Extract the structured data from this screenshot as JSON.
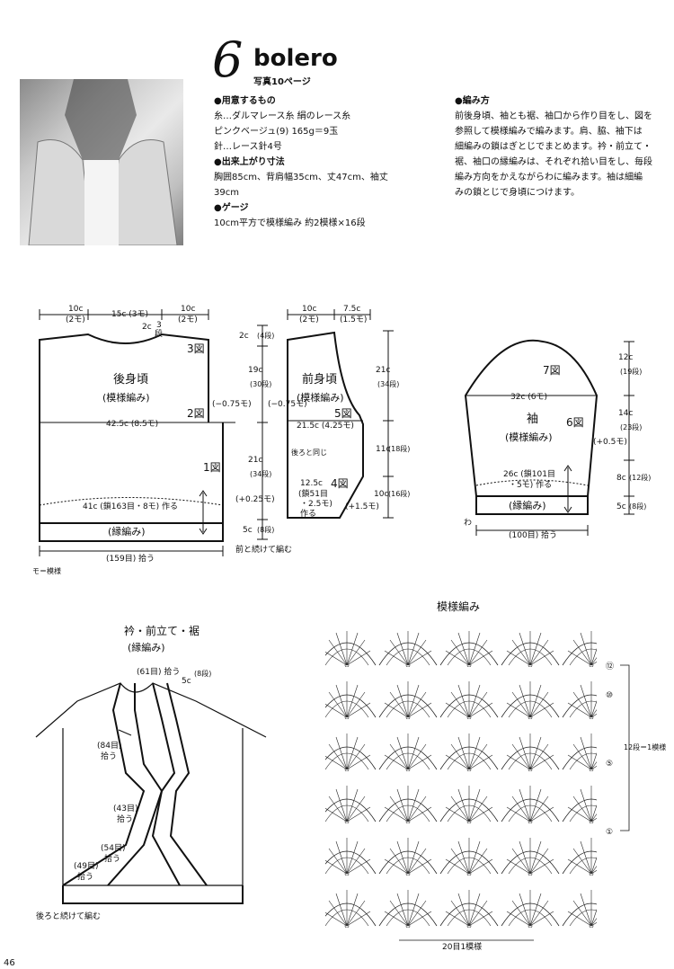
{
  "header": {
    "number": "6",
    "title": "bolero",
    "photo_ref": "写真10ページ"
  },
  "materials": {
    "heading": "●用意するもの",
    "yarn": "糸…ダルマレース糸 絹のレース糸",
    "color": "ピンクベージュ(9) 165g＝9玉",
    "hook": "針…レース針4号",
    "size_heading": "●出来上がり寸法",
    "size": "胸囲85cm、背肩幅35cm、丈47cm、袖丈",
    "size2": "39cm",
    "gauge_heading": "●ゲージ",
    "gauge": "10cm平方で模様編み 約2模様×16段"
  },
  "howto": {
    "heading": "●編み方",
    "lines": [
      "前後身頃、袖とも裾、袖口から作り目をし、図を",
      "参照して模様編みで編みます。肩、脇、袖下は",
      "細編みの鎖はぎとじでまとめます。衿・前立て・",
      "裾、袖口の縁編みは、それぞれ拾い目をし、毎段",
      "編み方向をかえながらわに編みます。袖は細編",
      "みの鎖とじで身頃につけます。"
    ]
  },
  "back": {
    "top_w1": "10c",
    "top_m1": "(2モ)",
    "top_mid": "15c (3モ)",
    "top_w2": "10c",
    "top_m2": "(2モ)",
    "neck": "2c",
    "neck_r": "3",
    "neck_r2": "段",
    "title": "後身頃",
    "pattern": "(模様編み)",
    "width": "42.5c (8.5モ)",
    "dec_l": "(−0.75モ)",
    "chart": "41c (鎖163目・8モ) 作る",
    "border": "(縁編み)",
    "pick": "(159目) 拾う",
    "continue": "前と続けて編む",
    "legend": "モ＝模様",
    "fig1": "1図",
    "fig2": "2図",
    "fig3": "3図"
  },
  "sidemeas": {
    "m1": "2c",
    "m1s": "(4段)",
    "m2": "19c",
    "m2s": "(30段)",
    "m3": "21c",
    "m3s": "(34段)",
    "inc": "(+0.25モ)",
    "m4": "5c",
    "m4s": "(8段)"
  },
  "front": {
    "top_w1": "10c",
    "top_m1": "(2モ)",
    "top_w2": "7.5c",
    "top_m2": "(1.5モ)",
    "title": "前身頃",
    "pattern": "(模様編み)",
    "width": "21.5c (4.25モ)",
    "dec": "(−0.75モ)",
    "note": "後ろと同じ",
    "chart1": "12.5c",
    "chart2": "(鎖51目",
    "chart3": "・2.5モ)",
    "chart4": "作る",
    "inc": "(+1.5モ)",
    "fig4": "4図",
    "fig5": "5図",
    "r1": "21c",
    "r1s": "(34段)",
    "r2": "11c",
    "r2s": "(18段)",
    "r3": "10c",
    "r3s": "(16段)"
  },
  "sleeve": {
    "title": "袖",
    "pattern": "(模様編み)",
    "width": "32c (6モ)",
    "chart": "26c (鎖101目",
    "chart2": "・5モ) 作る",
    "border": "(縁編み)",
    "pick": "(100目) 拾う",
    "inc": "(+0.5モ)",
    "ring": "わ",
    "fig6": "6図",
    "fig7": "7図",
    "r1": "12c",
    "r1s": "(19段)",
    "r2": "14c",
    "r2s": "(23段)",
    "r3": "8c",
    "r3s": "(12段)",
    "r4": "5c",
    "r4s": "(8段)"
  },
  "collar": {
    "title": "衿・前立て・裾",
    "pattern": "(縁編み)",
    "p61": "(61目) 拾う",
    "c5": "5c",
    "c5s": "(8段)",
    "p84": "(84目)",
    "p84b": "拾う",
    "p43": "(43目)",
    "p43b": "拾う",
    "p54": "(54目)",
    "p54b": "拾う",
    "p49": "(49目)",
    "p49b": "拾う",
    "continue": "後ろと続けて編む"
  },
  "stitch": {
    "title": "模様編み",
    "r12": "⑫",
    "r10": "⑩",
    "r5": "⑤",
    "r1": "①",
    "rows": "12段＝1模様",
    "repeat": "20目1模様"
  },
  "page_no": "46"
}
